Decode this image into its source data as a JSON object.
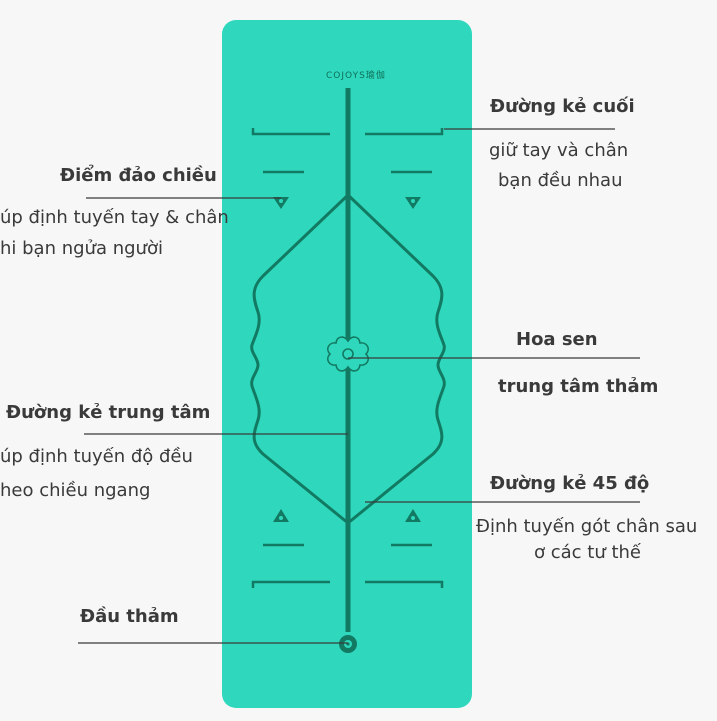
{
  "mat": {
    "color": "#2fd8bd",
    "line_color": "#127a62",
    "brand": "COJOYS瑜伽"
  },
  "labels": {
    "end_line_title": "Đường kẻ cuối",
    "end_line_desc_1": "giữ tay và chân",
    "end_line_desc_2": "bạn đều nhau",
    "reverse_point_title": "Điểm đảo chiều",
    "reverse_point_desc_1": "úp định tuyến tay & chân",
    "reverse_point_desc_2": "hi bạn ngửa người",
    "lotus_title": "Hoa sen",
    "lotus_desc": "trung tâm thảm",
    "center_line_title": "Đường kẻ trung tâm",
    "center_line_desc_1": "úp định tuyến độ đều",
    "center_line_desc_2": "heo chiều ngang",
    "line45_title": "Đường kẻ 45 độ",
    "line45_desc_1": "Định tuyến gót chân sau",
    "line45_desc_2": "ơ các tư thế",
    "mat_head_title": "Đầu thảm"
  }
}
